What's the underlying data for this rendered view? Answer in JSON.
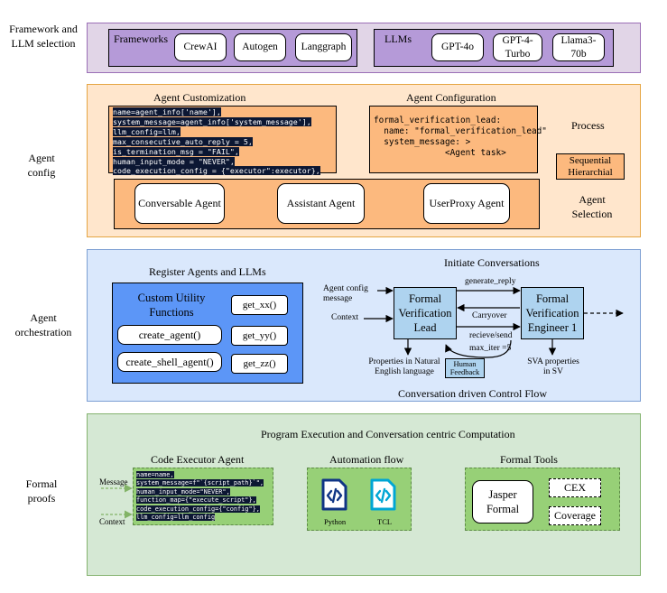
{
  "sections": {
    "framework": "Framework and LLM selection",
    "agent_config": "Agent config",
    "orchestration": "Agent orchestration",
    "proofs": "Formal proofs"
  },
  "frameworks": {
    "title": "Frameworks",
    "items": [
      "CrewAI",
      "Autogen",
      "Langgraph"
    ]
  },
  "llms": {
    "title": "LLMs",
    "items": [
      "GPT-4o",
      "GPT-4-Turbo",
      "Llama3-70b"
    ]
  },
  "customization": {
    "title": "Agent Customization",
    "code": [
      "name=agent_info['name'],",
      "system_message=agent_info['system_message'],",
      "llm_config=llm,",
      "max_consecutive_auto_reply = 5,",
      "is_termination_msg = \"FAIL\",",
      "human_input_mode = \"NEVER\",",
      "code_execution_config = {\"executor\":executor},"
    ]
  },
  "configuration": {
    "title": "Agent Configuration",
    "code": [
      "formal_verification_lead:",
      "  name: \"formal_verification_lead\"",
      "  system_message: >",
      "              <Agent task>"
    ]
  },
  "process": {
    "title": "Process",
    "options": [
      "Sequential",
      "Hierarchial"
    ]
  },
  "selection": {
    "title": "Agent Selection",
    "agents": [
      "Conversable Agent",
      "Assistant Agent",
      "UserProxy Agent"
    ]
  },
  "register": {
    "title": "Register Agents and LLMs",
    "utility_title": "Custom Utility Functions",
    "functions": [
      "create_agent()",
      "create_shell_agent()"
    ],
    "getters": [
      "get_xx()",
      "get_yy()",
      "get_zz()"
    ]
  },
  "conversation": {
    "title": "Initiate Conversations",
    "lead": "Formal Verification Lead",
    "engineer": "Formal Verification Engineer 1",
    "input_config": "Agent config message",
    "input_context": "Context",
    "generate_reply": "generate_reply",
    "carryover": "Carryover",
    "recieve_send": "recieve/send",
    "max_iter": "max_iter =5",
    "properties_nl": "Properties in Natural English language",
    "human_feedback": "Human Feedback",
    "sva": "SVA properties in SV",
    "footer": "Conversation driven Control Flow"
  },
  "proofs": {
    "title": "Program Execution and Conversation centric Computation",
    "executor": {
      "title": "Code Executor Agent",
      "message": "Message",
      "context": "Context",
      "code": [
        "name=name,",
        "system_message=f\"`{script_path}`\",",
        "human_input_mode=\"NEVER\",",
        "function_map={\"execute_script\"},",
        "code_execution_config={\"config\"},",
        "llm_config=llm_config"
      ]
    },
    "automation": {
      "title": "Automation flow",
      "tools": [
        "Python",
        "TCL"
      ],
      "icons": [
        "python-file-icon",
        "tcl-file-icon"
      ]
    },
    "formal_tools": {
      "title": "Formal Tools",
      "jasper": "Jasper Formal",
      "cex": "CEX",
      "coverage": "Coverage"
    }
  },
  "colors": {
    "purple_band": "#e1d5e7",
    "purple_border": "#9b6fb6",
    "purple_box": "#b59ad8",
    "orange_band": "#ffe6cc",
    "orange_border": "#e5a543",
    "orange_box": "#fcb97e",
    "blue_band": "#dae8fc",
    "blue_border": "#7d9fd3",
    "blue_box": "#aed3ef",
    "util_blue": "#5c96f7",
    "green_band": "#d5e8d4",
    "green_border": "#84b36f",
    "green_box": "#97d077",
    "icon_navy": "#0f3585",
    "icon_cyan": "#00a6d4"
  }
}
